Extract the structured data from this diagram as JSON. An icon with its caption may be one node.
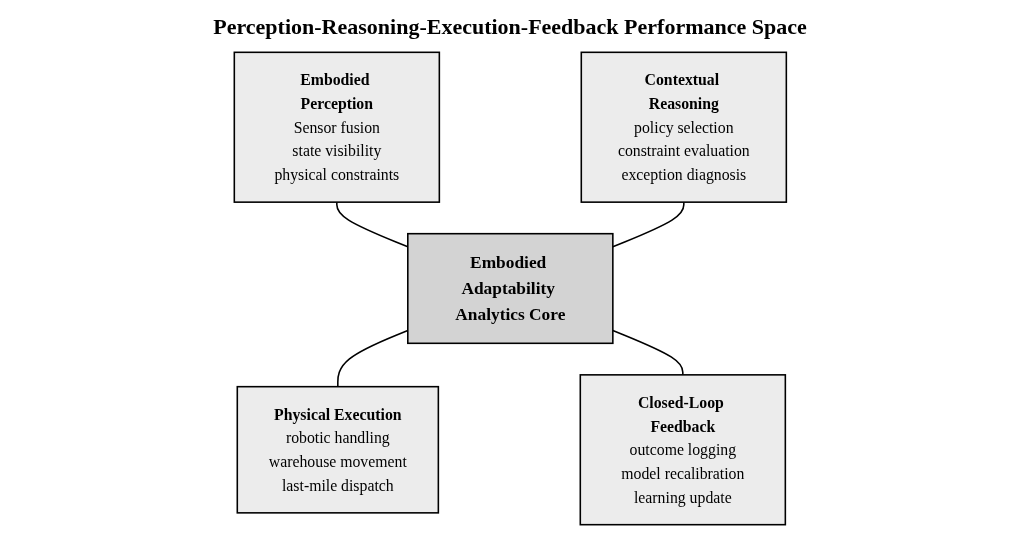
{
  "diagram": {
    "title": "Perception-Reasoning-Execution-Feedback Performance Space",
    "nodes": [
      {
        "text": [
          "Embodied Perception",
          "Sensor fusion",
          "state visibility",
          "physical constraints"
        ]
      },
      {
        "text": [
          "Contextual Reasoning",
          "policy selection",
          "constraint evaluation",
          "exception diagnosis"
        ]
      },
      {
        "text": [
          "Embodied Adaptability Analytics Core"
        ]
      },
      {
        "text": [
          "Physical Execution",
          "robotic handling",
          "warehouse movement",
          "last-mile dispatch"
        ]
      },
      {
        "text": [
          "Closed-Loop Feedback",
          "outcome logging",
          "model recalibration",
          "learning update"
        ]
      }
    ],
    "edges": [
      {
        "from": 0,
        "to": 2,
        "arrow": "none"
      },
      {
        "from": 1,
        "to": 2,
        "arrow": "none"
      },
      {
        "from": 2,
        "to": 3,
        "arrow": "none"
      },
      {
        "from": 2,
        "to": 4,
        "arrow": "none"
      }
    ]
  }
}
